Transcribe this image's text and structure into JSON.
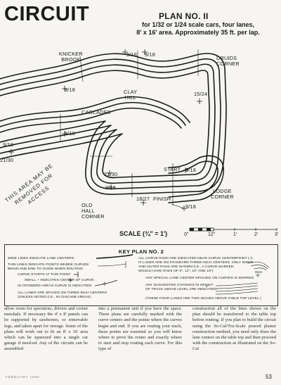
{
  "header": {
    "title": "CIRCUIT",
    "plan_no": "PLAN NO. II",
    "subtitle_lines": [
      "for 1/32 or 1/24 scale cars, four lanes,",
      "8' x 16' area. Approximately 35 ft. per lap."
    ]
  },
  "map": {
    "labels": {
      "knicker_brook": "KNICKER\nBROOK",
      "druids_corner": "DRUIDS\nCORNER",
      "clay_hill": "CLAY\nHILL",
      "cascades": "CASCADES",
      "start": "START",
      "finish": "FINISH",
      "lodge_corner": "LODGE\nCORNER",
      "old_hall_corner": "OLD\nHALL\nCORNER",
      "removed": "THIS AREA MAY BE\nREMOVED FOR ACCESS"
    },
    "radius_marks": [
      "9/18",
      "9/18",
      "9/18",
      "15/24",
      "9/18",
      "9/18",
      "21/30",
      "9/18",
      "18/27",
      "9/18",
      "9/18",
      "21/30"
    ]
  },
  "scale": {
    "label": "SCALE (¾\" = 1')",
    "ticks": [
      "0\"",
      "12\"",
      "1'",
      "2'",
      "3'"
    ]
  },
  "key": {
    "title": "KEY  PLAN NO. 2",
    "left": [
      "WIDE LINES INDICATE LANE CENTERS:",
      "THIN LINES INDICATE POINTS WHERE CURVES\nBEGIN AND END TO GUIDE WHEN ROUTING:",
      "CURVE STARTS AT THIS POINT:",
      "SMALL + INDICATES CENTER OF CURVE:",
      "IN CROWDED AREAS CURVE IS INDICATED:",
      "ALL LANES ARE SPACED ON THREE-INCH CENTERS\n(UNLESS NOTED (I.E., IN CHICANE AREAS)."
    ],
    "right": [
      "ALL CURVE RADII ARE INDICATED NEAR CURVE CENTERPOINT (+).\nIF LANES ARE ON STANDARD THREE-INCH CENTERS, ONLY INNER\nAND OUTER RADII ARE SHOWN (I.E., A CURVE MARKED\nWOULD HAVE RADII OF 9\", 12\", 15\" AND 18\").",
      "ANY SPECIAL LANE CENTER SPACING ON CURVES IS MARKED.",
      "ANY SUGGESTED CHANGES IN HEIGHT\nOF TRACK ABOVE LEVEL ARE INDICATED:",
      "(THESE FOUR LANES ARE TWO INCHES ABOVE TABLE TOP LEVEL.)"
    ],
    "sample_radius": "9/18",
    "height_mark": "2\""
  },
  "body": {
    "columns": [
      "allow room for spectators, drivers and corner marshals. If necessary the 4' x 8' panels can be supported by sawhorses, or removable legs, and taken apart for storage. Some of the plans will work out to fit an 8' x 16' area which can be squeezed into a single car garage if need-ed. Any of the circuits can be assembled",
      "into a permanent unit if you have the space. These plans are carefully marked with the curve centers and the points where the curves begin and end. If you are routing your track, these points are essential so you will know where to pivot the router and exactly where to start and stop routing each curve. For this type of",
      "construction all of the lines shown on the plan should be transferred to the table top before routing. If you plan to build the circuit using the So-Cal/Tru-Scale poured plaster construction method, you need only draw the lane centers on the table top and then proceed with the construction as illustrated on the So-Cal"
    ],
    "footer_left": "FEBRUARY 1966",
    "page_number": "53"
  }
}
